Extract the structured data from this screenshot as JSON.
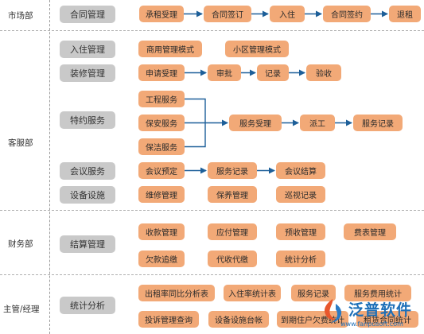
{
  "departments": {
    "market": "市场部",
    "service": "客服部",
    "finance": "财务部",
    "manager": "主管/经理"
  },
  "modules": {
    "contract": "合同管理",
    "checkin": "入住管理",
    "decoration": "装修管理",
    "special": "特约服务",
    "meeting": "会议服务",
    "facility": "设备设施",
    "settlement": "结算管理",
    "analysis": "统计分析"
  },
  "contract_flow": [
    "承租受理",
    "合同签订",
    "入住",
    "合同签约",
    "退租"
  ],
  "checkin_items": [
    "商用管理模式",
    "小区管理模式"
  ],
  "decoration_flow": [
    "申请受理",
    "审批",
    "记录",
    "验收"
  ],
  "special_sources": [
    "工程服务",
    "保安服务",
    "保洁服务"
  ],
  "special_flow": [
    "服务受理",
    "派工",
    "服务记录"
  ],
  "meeting_flow": [
    "会议预定",
    "服务记录",
    "会议结算"
  ],
  "facility_items": [
    "维修管理",
    "保养管理",
    "巡视记录"
  ],
  "settlement_items": [
    "收款管理",
    "应付管理",
    "预收管理",
    "费表管理",
    "欠款追缴",
    "代收代缴",
    "统计分析"
  ],
  "analysis_items": [
    "出租率同比分析表",
    "入住率统计表",
    "服务记录",
    "服务费用统计",
    "投诉管理查询",
    "设备设施台帐",
    "到期住户欠费统计",
    "租赁合同统计"
  ],
  "logo": {
    "name": "泛普软件",
    "url": "www.fanpusoft.com"
  },
  "colors": {
    "flow_box": "#f2a977",
    "module_box": "#c9c9c9",
    "connector": "#1d5f99",
    "logo": "#1d6fb8"
  }
}
